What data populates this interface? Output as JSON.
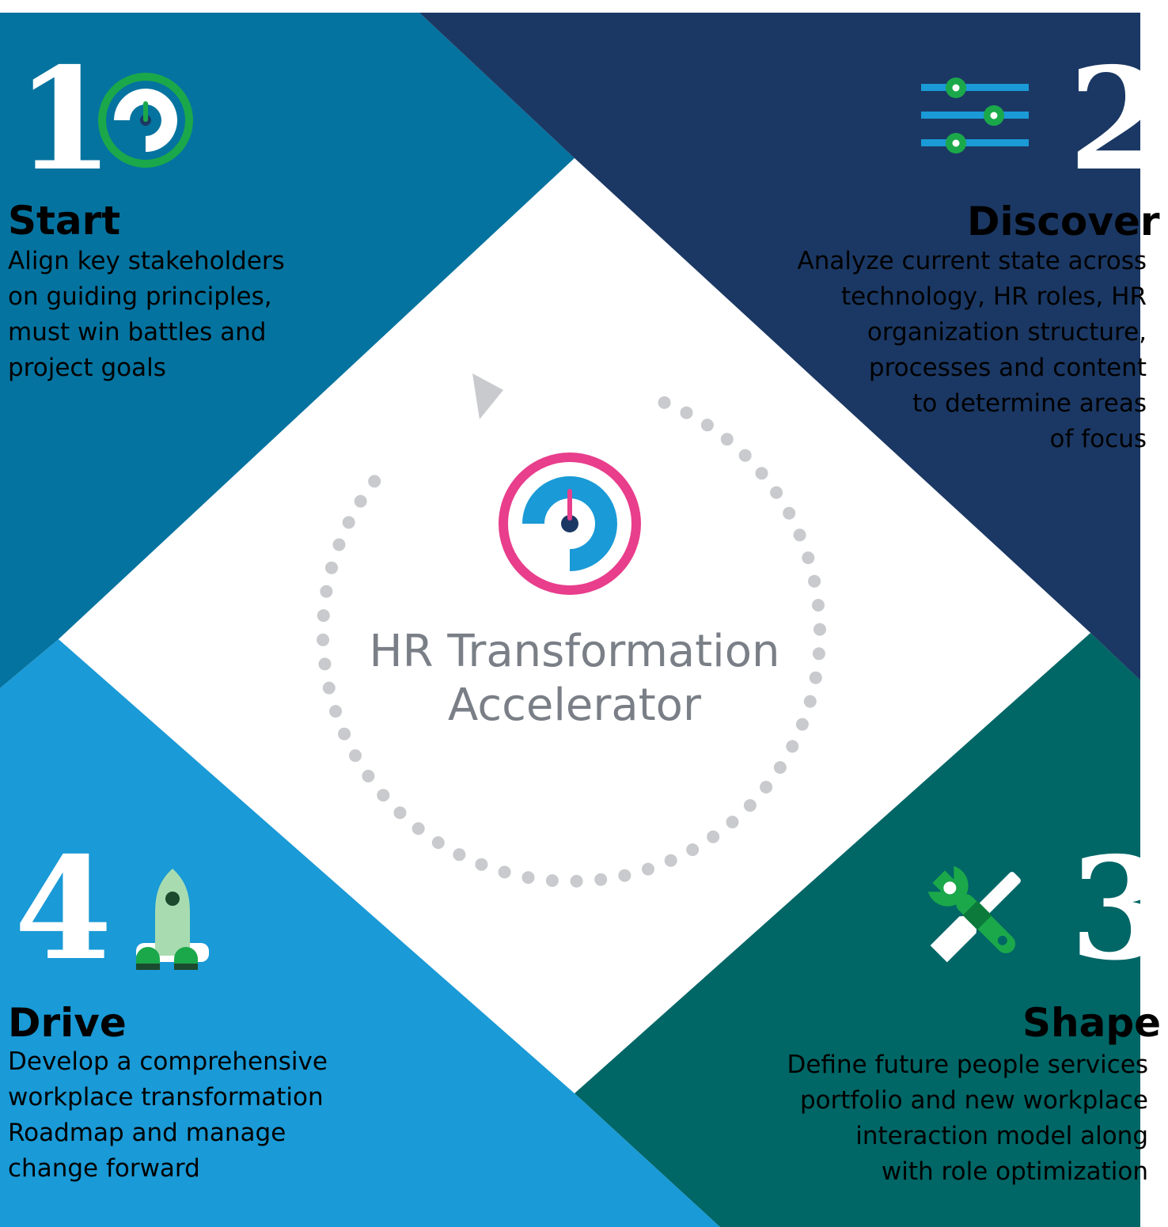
{
  "center": {
    "title_line1": "HR Transformation",
    "title_line2": "Accelerator"
  },
  "steps": [
    {
      "number": "1",
      "title": "Start",
      "description": [
        "Align key stakeholders",
        "on guiding principles,",
        "must win battles and",
        "project goals"
      ],
      "icon": "gauge-icon",
      "color": "#05739f"
    },
    {
      "number": "2",
      "title": "Discover",
      "description": [
        "Analyze current state across",
        "technology, HR roles, HR",
        "organization structure,",
        "processes and content",
        "to determine areas",
        "of focus"
      ],
      "icon": "sliders-icon",
      "color": "#1b3864"
    },
    {
      "number": "3",
      "title": "Shape",
      "description": [
        "Define future people services",
        "portfolio and new workplace",
        "interaction model along",
        "with role optimization"
      ],
      "icon": "tools-icon",
      "color": "#006666"
    },
    {
      "number": "4",
      "title": "Drive",
      "description": [
        "Develop a comprehensive",
        "workplace transformation",
        "Roadmap and manage",
        "change forward"
      ],
      "icon": "rocket-icon",
      "color": "#1a9ad6"
    }
  ],
  "colors": {
    "center_ring": "#e83e8c",
    "center_gauge": "#1a9ad6",
    "dots": "#c8cacd",
    "green_accent": "#1ba84a",
    "title_gray": "#7a7f87"
  }
}
